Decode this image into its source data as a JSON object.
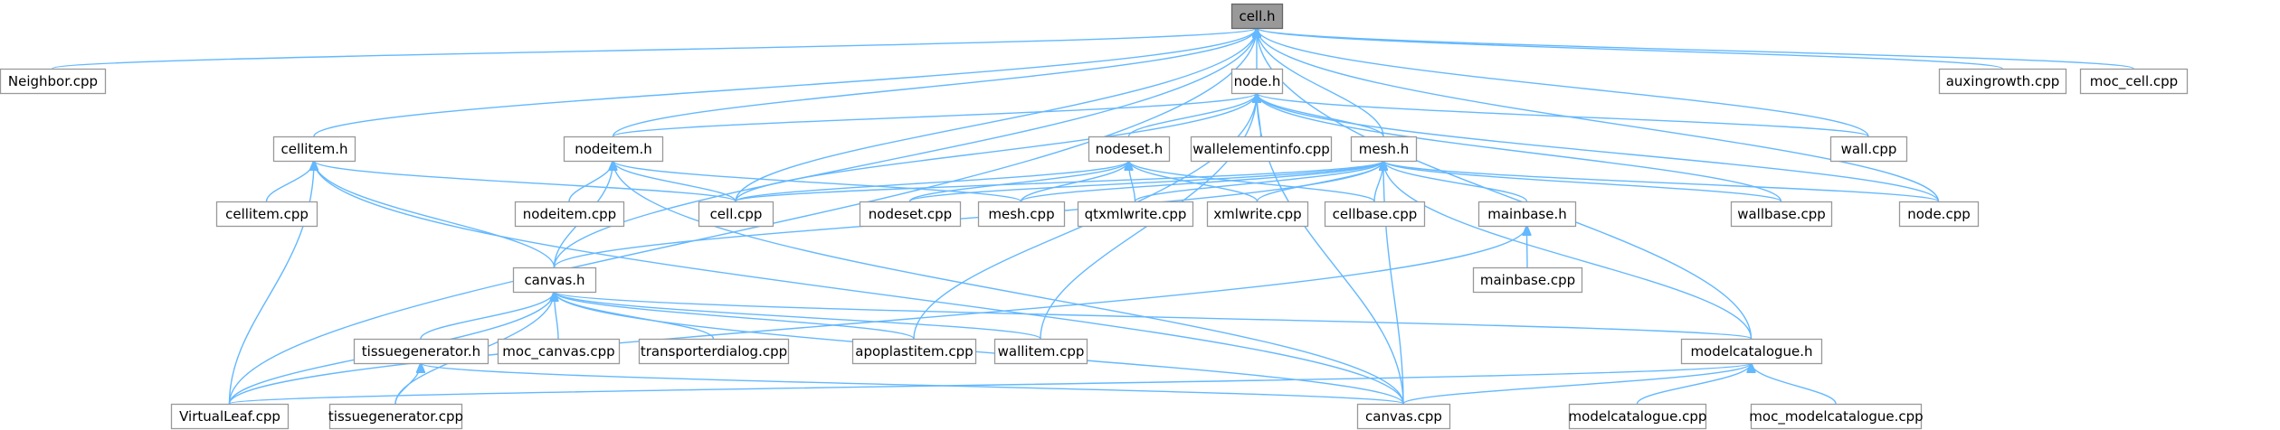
{
  "diagram": {
    "kind": "include-dependency-graph",
    "root": "cell.h",
    "colors": {
      "edge": "#63b8ff",
      "node_border": "#999999",
      "node_fill": "#ffffff",
      "root_fill": "#999999",
      "text": "#000000"
    },
    "nodes": [
      {
        "id": "cell_h",
        "label": "cell.h",
        "root": true
      },
      {
        "id": "neighbor_cpp",
        "label": "Neighbor.cpp"
      },
      {
        "id": "node_h",
        "label": "node.h"
      },
      {
        "id": "auxingrowth_cpp",
        "label": "auxingrowth.cpp"
      },
      {
        "id": "moc_cell_cpp",
        "label": "moc_cell.cpp"
      },
      {
        "id": "cellitem_h",
        "label": "cellitem.h"
      },
      {
        "id": "nodeitem_h",
        "label": "nodeitem.h"
      },
      {
        "id": "nodeset_h",
        "label": "nodeset.h"
      },
      {
        "id": "wallelementinfo_cpp",
        "label": "wallelementinfo.cpp"
      },
      {
        "id": "mesh_h",
        "label": "mesh.h"
      },
      {
        "id": "wall_cpp",
        "label": "wall.cpp"
      },
      {
        "id": "cellitem_cpp",
        "label": "cellitem.cpp"
      },
      {
        "id": "nodeitem_cpp",
        "label": "nodeitem.cpp"
      },
      {
        "id": "cell_cpp",
        "label": "cell.cpp"
      },
      {
        "id": "nodeset_cpp",
        "label": "nodeset.cpp"
      },
      {
        "id": "mesh_cpp",
        "label": "mesh.cpp"
      },
      {
        "id": "qtxmlwrite_cpp",
        "label": "qtxmlwrite.cpp"
      },
      {
        "id": "xmlwrite_cpp",
        "label": "xmlwrite.cpp"
      },
      {
        "id": "cellbase_cpp",
        "label": "cellbase.cpp"
      },
      {
        "id": "mainbase_h",
        "label": "mainbase.h"
      },
      {
        "id": "wallbase_cpp",
        "label": "wallbase.cpp"
      },
      {
        "id": "node_cpp",
        "label": "node.cpp"
      },
      {
        "id": "mainbase_cpp",
        "label": "mainbase.cpp"
      },
      {
        "id": "canvas_h",
        "label": "canvas.h"
      },
      {
        "id": "tissuegenerator_h",
        "label": "tissuegenerator.h"
      },
      {
        "id": "moc_canvas_cpp",
        "label": "moc_canvas.cpp"
      },
      {
        "id": "transporterdialog_cpp",
        "label": "transporterdialog.cpp"
      },
      {
        "id": "apoplastitem_cpp",
        "label": "apoplastitem.cpp"
      },
      {
        "id": "wallitem_cpp",
        "label": "wallitem.cpp"
      },
      {
        "id": "modelcatalogue_h",
        "label": "modelcatalogue.h"
      },
      {
        "id": "virtualleaf_cpp",
        "label": "VirtualLeaf.cpp"
      },
      {
        "id": "tissuegenerator_cpp",
        "label": "tissuegenerator.cpp"
      },
      {
        "id": "canvas_cpp",
        "label": "canvas.cpp"
      },
      {
        "id": "modelcatalogue_cpp",
        "label": "modelcatalogue.cpp"
      },
      {
        "id": "moc_modelcatalogue_cpp",
        "label": "moc_modelcatalogue.cpp"
      }
    ],
    "edges": [
      {
        "from": "neighbor_cpp",
        "to": "cell_h"
      },
      {
        "from": "node_h",
        "to": "cell_h"
      },
      {
        "from": "auxingrowth_cpp",
        "to": "cell_h"
      },
      {
        "from": "moc_cell_cpp",
        "to": "cell_h"
      },
      {
        "from": "cellitem_h",
        "to": "cell_h"
      },
      {
        "from": "nodeitem_h",
        "to": "cell_h"
      },
      {
        "from": "mesh_h",
        "to": "cell_h"
      },
      {
        "from": "wall_cpp",
        "to": "cell_h"
      },
      {
        "from": "cell_cpp",
        "to": "cell_h"
      },
      {
        "from": "node_cpp",
        "to": "cell_h"
      },
      {
        "from": "canvas_h",
        "to": "cell_h"
      },
      {
        "from": "modelcatalogue_h",
        "to": "cell_h"
      },
      {
        "from": "virtualleaf_cpp",
        "to": "cell_h"
      },
      {
        "from": "nodeitem_h",
        "to": "node_h"
      },
      {
        "from": "nodeset_h",
        "to": "node_h"
      },
      {
        "from": "wallelementinfo_cpp",
        "to": "node_h"
      },
      {
        "from": "mesh_h",
        "to": "node_h"
      },
      {
        "from": "wall_cpp",
        "to": "node_h"
      },
      {
        "from": "cell_cpp",
        "to": "node_h"
      },
      {
        "from": "node_cpp",
        "to": "node_h"
      },
      {
        "from": "wallbase_cpp",
        "to": "node_h"
      },
      {
        "from": "apoplastitem_cpp",
        "to": "node_h"
      },
      {
        "from": "wallitem_cpp",
        "to": "node_h"
      },
      {
        "from": "canvas_cpp",
        "to": "node_h"
      },
      {
        "from": "cellitem_cpp",
        "to": "cellitem_h"
      },
      {
        "from": "cell_cpp",
        "to": "cellitem_h"
      },
      {
        "from": "canvas_h",
        "to": "cellitem_h"
      },
      {
        "from": "virtualleaf_cpp",
        "to": "cellitem_h"
      },
      {
        "from": "canvas_cpp",
        "to": "cellitem_h"
      },
      {
        "from": "nodeitem_cpp",
        "to": "nodeitem_h"
      },
      {
        "from": "cell_cpp",
        "to": "nodeitem_h"
      },
      {
        "from": "mesh_cpp",
        "to": "nodeitem_h"
      },
      {
        "from": "canvas_h",
        "to": "nodeitem_h"
      },
      {
        "from": "canvas_cpp",
        "to": "nodeitem_h"
      },
      {
        "from": "cell_cpp",
        "to": "nodeset_h"
      },
      {
        "from": "nodeset_cpp",
        "to": "nodeset_h"
      },
      {
        "from": "mesh_cpp",
        "to": "nodeset_h"
      },
      {
        "from": "qtxmlwrite_cpp",
        "to": "nodeset_h"
      },
      {
        "from": "xmlwrite_cpp",
        "to": "nodeset_h"
      },
      {
        "from": "cellbase_cpp",
        "to": "nodeset_h"
      },
      {
        "from": "cell_cpp",
        "to": "mesh_h"
      },
      {
        "from": "nodeset_cpp",
        "to": "mesh_h"
      },
      {
        "from": "mesh_cpp",
        "to": "mesh_h"
      },
      {
        "from": "qtxmlwrite_cpp",
        "to": "mesh_h"
      },
      {
        "from": "xmlwrite_cpp",
        "to": "mesh_h"
      },
      {
        "from": "cellbase_cpp",
        "to": "mesh_h"
      },
      {
        "from": "mainbase_h",
        "to": "mesh_h"
      },
      {
        "from": "wallbase_cpp",
        "to": "mesh_h"
      },
      {
        "from": "node_cpp",
        "to": "mesh_h"
      },
      {
        "from": "canvas_h",
        "to": "mesh_h"
      },
      {
        "from": "modelcatalogue_h",
        "to": "mesh_h"
      },
      {
        "from": "canvas_cpp",
        "to": "mesh_h"
      },
      {
        "from": "mainbase_cpp",
        "to": "mainbase_h"
      },
      {
        "from": "virtualleaf_cpp",
        "to": "mainbase_h"
      },
      {
        "from": "tissuegenerator_h",
        "to": "canvas_h"
      },
      {
        "from": "moc_canvas_cpp",
        "to": "canvas_h"
      },
      {
        "from": "transporterdialog_cpp",
        "to": "canvas_h"
      },
      {
        "from": "apoplastitem_cpp",
        "to": "canvas_h"
      },
      {
        "from": "wallitem_cpp",
        "to": "canvas_h"
      },
      {
        "from": "modelcatalogue_h",
        "to": "canvas_h"
      },
      {
        "from": "virtualleaf_cpp",
        "to": "canvas_h"
      },
      {
        "from": "tissuegenerator_cpp",
        "to": "canvas_h"
      },
      {
        "from": "canvas_cpp",
        "to": "canvas_h"
      },
      {
        "from": "tissuegenerator_cpp",
        "to": "tissuegenerator_h"
      },
      {
        "from": "canvas_cpp",
        "to": "tissuegenerator_h"
      },
      {
        "from": "virtualleaf_cpp",
        "to": "modelcatalogue_h"
      },
      {
        "from": "canvas_cpp",
        "to": "modelcatalogue_h"
      },
      {
        "from": "modelcatalogue_cpp",
        "to": "modelcatalogue_h"
      },
      {
        "from": "moc_modelcatalogue_cpp",
        "to": "modelcatalogue_h"
      }
    ]
  }
}
